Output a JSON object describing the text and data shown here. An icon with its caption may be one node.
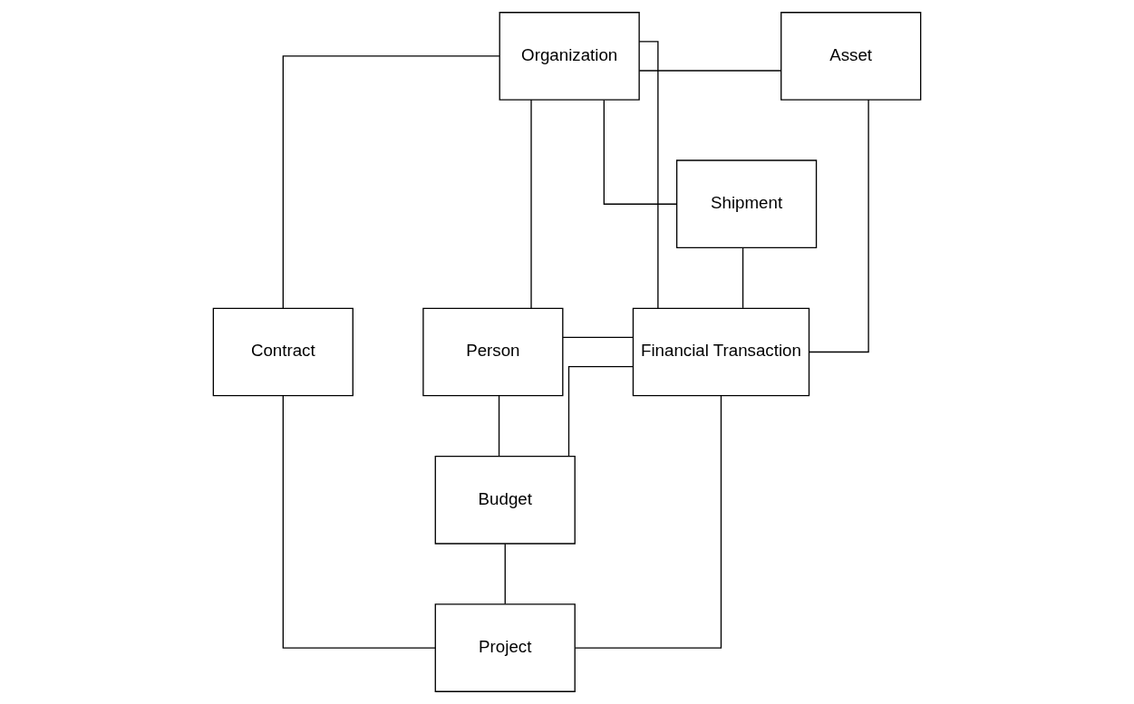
{
  "diagram": {
    "nodes": [
      {
        "text": [
          "Contract"
        ]
      },
      {
        "text": [
          "Organization"
        ]
      },
      {
        "text": [
          "Asset"
        ]
      },
      {
        "text": [
          "Shipment"
        ]
      },
      {
        "text": [
          "Project"
        ]
      },
      {
        "text": [
          "Person"
        ]
      },
      {
        "text": [
          "Financial Transaction"
        ]
      },
      {
        "text": [
          "Budget"
        ]
      }
    ],
    "edges": [
      {
        "from": 1,
        "to": 0,
        "arrow": "none"
      },
      {
        "from": 1,
        "to": 5,
        "arrow": "none"
      },
      {
        "from": 1,
        "to": 2,
        "arrow": "none"
      },
      {
        "from": 1,
        "to": 3,
        "arrow": "none"
      },
      {
        "from": 1,
        "to": 6,
        "arrow": "none"
      },
      {
        "from": 0,
        "to": 4,
        "arrow": "none"
      },
      {
        "from": 3,
        "to": 6,
        "arrow": "none"
      },
      {
        "from": 2,
        "to": 6,
        "arrow": "none"
      },
      {
        "from": 5,
        "to": 6,
        "arrow": "none"
      },
      {
        "from": 6,
        "to": 4,
        "arrow": "none"
      },
      {
        "from": 5,
        "to": 7,
        "arrow": "none"
      },
      {
        "from": 6,
        "to": 7,
        "arrow": "none"
      },
      {
        "from": 7,
        "to": 4,
        "arrow": "none"
      }
    ]
  }
}
